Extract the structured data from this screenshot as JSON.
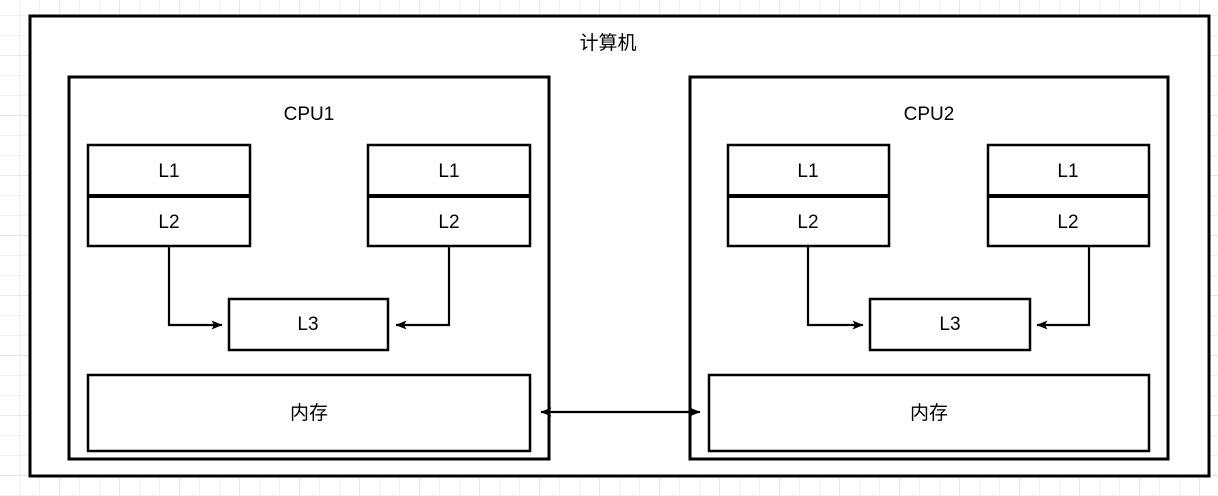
{
  "diagram": {
    "title": "计算机",
    "type": "block-diagram",
    "background": "grid-paper",
    "stroke_color": "#000000",
    "fill_color": "#ffffff",
    "grid_color": "#e6e6e6",
    "outer": {
      "label": "计算机"
    },
    "cpus": [
      {
        "label": "CPU1",
        "caches": [
          {
            "l1": "L1",
            "l2": "L2"
          },
          {
            "l1": "L1",
            "l2": "L2"
          }
        ],
        "l3": "L3",
        "memory": "内存"
      },
      {
        "label": "CPU2",
        "caches": [
          {
            "l1": "L1",
            "l2": "L2"
          },
          {
            "l1": "L1",
            "l2": "L2"
          }
        ],
        "l3": "L3",
        "memory": "内存"
      }
    ],
    "connections": [
      {
        "from": "CPU1.cache1.L2",
        "to": "CPU1.L3",
        "arrow": "single"
      },
      {
        "from": "CPU1.cache2.L2",
        "to": "CPU1.L3",
        "arrow": "single"
      },
      {
        "from": "CPU2.cache1.L2",
        "to": "CPU2.L3",
        "arrow": "single"
      },
      {
        "from": "CPU2.cache2.L2",
        "to": "CPU2.L3",
        "arrow": "single"
      },
      {
        "from": "CPU1.memory",
        "to": "CPU2.memory",
        "arrow": "double"
      }
    ]
  }
}
